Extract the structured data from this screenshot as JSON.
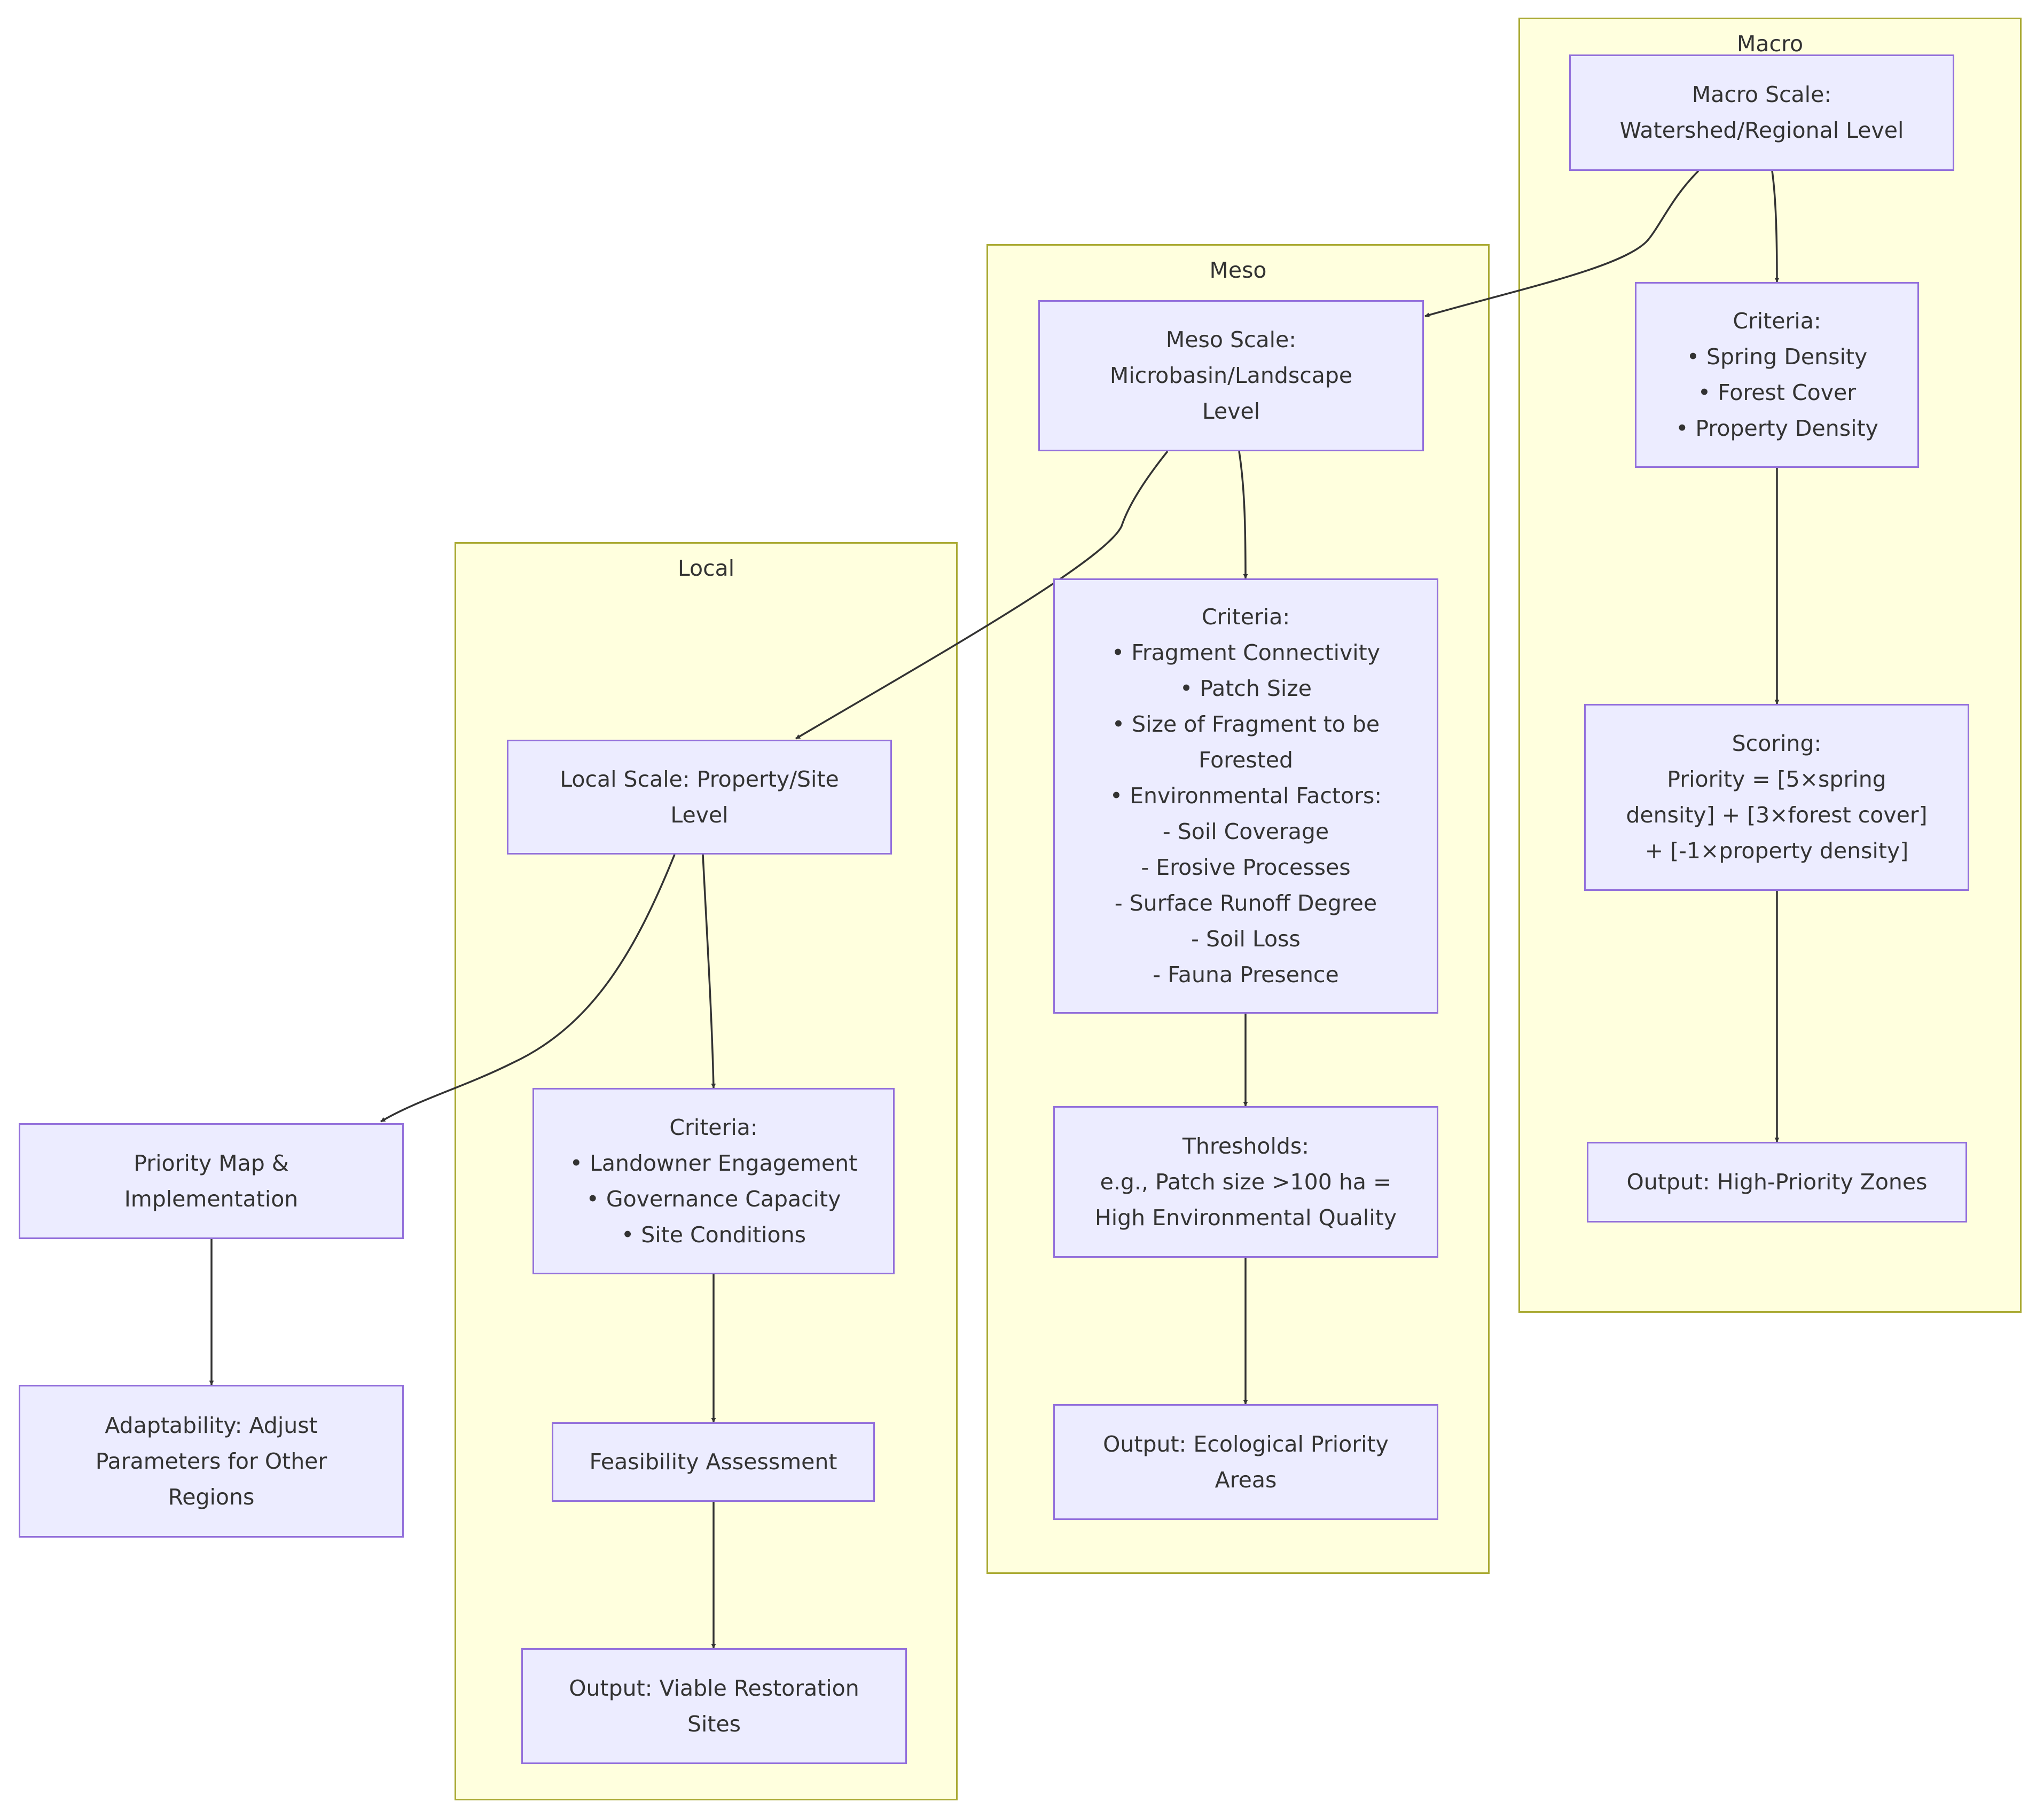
{
  "clusters": {
    "macro": "Macro",
    "meso": "Meso",
    "local": "Local"
  },
  "nodes": {
    "macro_scale": "Macro Scale:\nWatershed/Regional Level",
    "macro_criteria": "Criteria:\n• Spring Density\n• Forest Cover\n• Property Density",
    "macro_scoring": "Scoring:\nPriority = [5×spring\ndensity] + [3×forest cover]\n+ [-1×property density]",
    "macro_output": "Output: High-Priority Zones",
    "meso_scale": "Meso Scale:\nMicrobasin/Landscape\nLevel",
    "meso_criteria": "Criteria:\n• Fragment Connectivity\n• Patch Size\n• Size of Fragment to be\nForested\n• Environmental Factors:\n- Soil Coverage\n- Erosive Processes\n- Surface Runoff Degree\n- Soil Loss\n- Fauna Presence",
    "meso_thresholds": "Thresholds:\ne.g., Patch size >100 ha =\nHigh Environmental Quality",
    "meso_output": "Output: Ecological Priority\nAreas",
    "local_scale": "Local Scale: Property/Site\nLevel",
    "local_criteria": "Criteria:\n• Landowner Engagement\n• Governance Capacity\n• Site Conditions",
    "local_feasibility": "Feasibility Assessment",
    "local_output": "Output: Viable Restoration\nSites",
    "priority_map": "Priority Map &\nImplementation",
    "adaptability": "Adaptability: Adjust\nParameters for Other\nRegions"
  }
}
